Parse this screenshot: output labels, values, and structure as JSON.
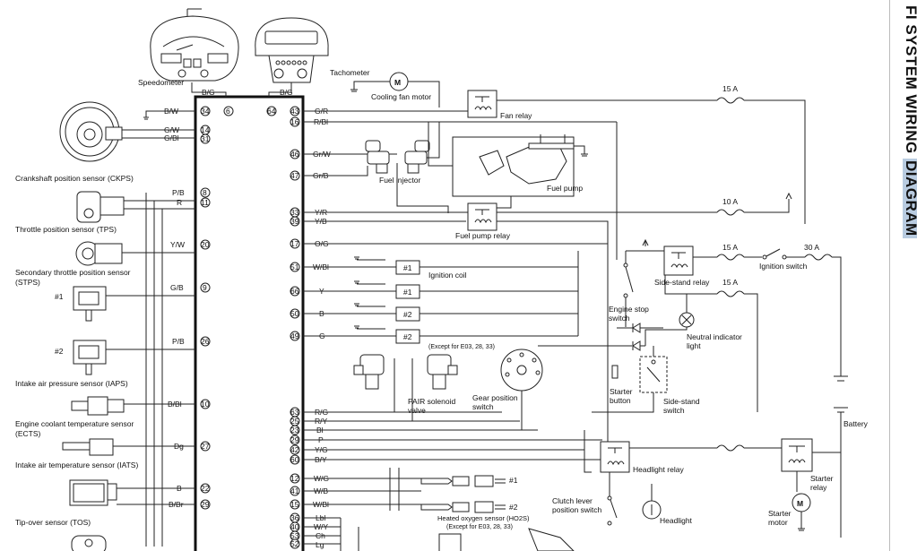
{
  "title": {
    "part1": "FI SYSTEM WIRING ",
    "part2": "DIAGRAM"
  },
  "gauges": {
    "speedometer": "Speedometer",
    "tachometer": "Tachometer",
    "bg_left": "B/G",
    "bg_right": "B/G"
  },
  "ecu_header_pins": [
    "34",
    "6",
    "64",
    "43"
  ],
  "sensors": {
    "ckps": "Crankshaft position sensor (CKPS)",
    "tps": "Throttle position sensor (TPS)",
    "stps_1": "Secondary throttle position sensor",
    "stps_2": "(STPS)",
    "iaps": "Intake air pressure sensor (IAPS)",
    "ects_1": "Engine coolant temperature sensor",
    "ects_2": "(ECTS)",
    "iats": "Intake air temperature sensor (IATS)",
    "tos": "Tip-over sensor (TOS)",
    "iaps_1": "#1",
    "iaps_2": "#2"
  },
  "left_pins": [
    {
      "wire": "B/W",
      "pin": "34"
    },
    {
      "wire": "G/W",
      "pin": "14"
    },
    {
      "wire": "G/Bl",
      "pin": "31"
    },
    {
      "wire": "P/B",
      "pin": "8"
    },
    {
      "wire": "R",
      "pin": "11"
    },
    {
      "wire": "Y/W",
      "pin": "20"
    },
    {
      "wire": "G/B",
      "pin": "9"
    },
    {
      "wire": "P/B",
      "pin": "26"
    },
    {
      "wire": "B/Bl",
      "pin": "10"
    },
    {
      "wire": "Dg",
      "pin": "27"
    },
    {
      "wire": "B",
      "pin": "22"
    },
    {
      "wire": "B/Br",
      "pin": "29"
    }
  ],
  "right_pins": [
    {
      "pin": "43",
      "wire": "G/R"
    },
    {
      "pin": "16",
      "wire": "R/Bl"
    },
    {
      "pin": "46",
      "wire": "Gr/W"
    },
    {
      "pin": "47",
      "wire": "Gr/B"
    },
    {
      "pin": "33",
      "wire": "Y/R"
    },
    {
      "pin": "39",
      "wire": "Y/B"
    },
    {
      "pin": "17",
      "wire": "O/G"
    },
    {
      "pin": "51",
      "wire": "W/Bl"
    },
    {
      "pin": "66",
      "wire": "Y"
    },
    {
      "pin": "50",
      "wire": "B"
    },
    {
      "pin": "49",
      "wire": "G"
    },
    {
      "pin": "63",
      "wire": "R/G"
    },
    {
      "pin": "25",
      "wire": "R/Y"
    },
    {
      "pin": "23",
      "wire": "Bl"
    },
    {
      "pin": "29",
      "wire": "P"
    },
    {
      "pin": "42",
      "wire": "Y/G"
    },
    {
      "pin": "60",
      "wire": "B/Y"
    },
    {
      "pin": "12",
      "wire": "W/G"
    },
    {
      "pin": "41",
      "wire": "W/B"
    },
    {
      "pin": "15",
      "wire": "W/Bl"
    },
    {
      "pin": "36",
      "wire": "Lbl"
    },
    {
      "pin": "40",
      "wire": "W/Y"
    },
    {
      "pin": "53",
      "wire": "Ch"
    },
    {
      "pin": "52",
      "wire": "Lg"
    }
  ],
  "components": {
    "cooling_fan_motor": "Cooling fan motor",
    "motor_symbol": "M",
    "fan_relay": "Fan relay",
    "fuel_injector": "Fuel injector",
    "fuel_pump": "Fuel pump",
    "fuel_pump_relay": "Fuel pump relay",
    "ignition_coil": "Ignition coil",
    "coil_1a": "#1",
    "coil_1b": "#1",
    "coil_2a": "#2",
    "coil_2b": "#2",
    "except_note": "(Except for E03, 28, 33)",
    "pair_1": "PAIR solenoid",
    "pair_2": "valve",
    "gear_1": "Gear position",
    "gear_2": "switch",
    "side_stand_relay": "Side-stand relay",
    "engine_stop_1": "Engine stop",
    "engine_stop_2": "switch",
    "neutral_1": "Neutral indicator",
    "neutral_2": "light",
    "starter_button_1": "Starter",
    "starter_button_2": "button",
    "side_stand_switch_1": "Side-stand",
    "side_stand_switch_2": "switch",
    "battery": "Battery",
    "headlight_relay": "Headlight relay",
    "starter_relay_1": "Starter",
    "starter_relay_2": "relay",
    "clutch_1": "Clutch lever",
    "clutch_2": "position switch",
    "headlight": "Headlight",
    "starter_motor_1": "Starter",
    "starter_motor_2": "motor",
    "ho2s_1": "Heated oxygen sensor (HO2S)",
    "ho2s_2": "(Except for E03, 28, 33)",
    "ho2s_n1": "#1",
    "ho2s_n2": "#2",
    "ignition_switch": "Ignition switch"
  },
  "fuses": {
    "f1": "15 A",
    "f2": "10 A",
    "f3": "15 A",
    "f4": "30 A",
    "f5": "15 A"
  }
}
